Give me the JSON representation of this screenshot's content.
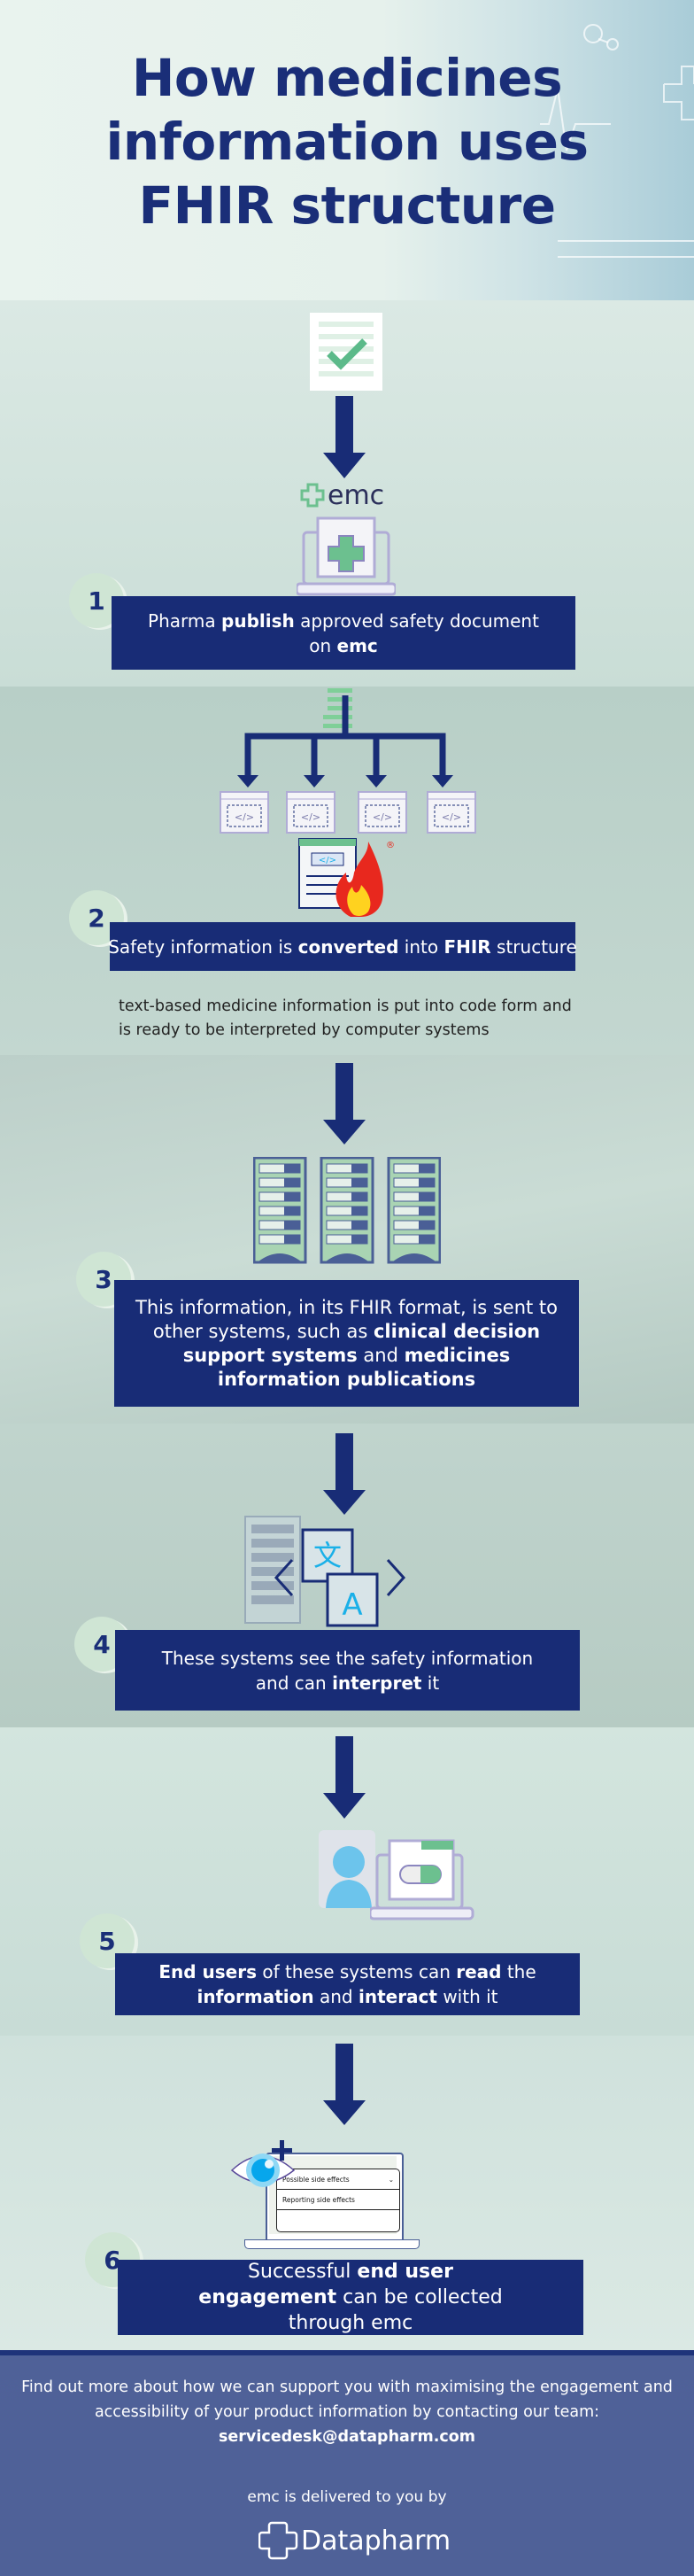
{
  "header": {
    "title_lines": [
      "How medicines",
      "information uses",
      "FHIR structure"
    ]
  },
  "colors": {
    "navy": "#182c76",
    "step_badge": "#cfe5d4",
    "footer": "#4f6198",
    "green": "#6cc08f",
    "sky": "#1ab0e8"
  },
  "steps": [
    {
      "number": "1",
      "segments": [
        {
          "text": "Pharma ",
          "bold": false
        },
        {
          "text": "publish",
          "bold": true
        },
        {
          "text": " approved safety document on ",
          "bold": false
        },
        {
          "text": "emc",
          "bold": true
        }
      ],
      "icons": [
        "approved-document-icon",
        "emc-logo",
        "laptop-medical-folder-icon"
      ],
      "logo_text": "emc"
    },
    {
      "number": "2",
      "segments": [
        {
          "text": "Safety information is ",
          "bold": false
        },
        {
          "text": "converted",
          "bold": true
        },
        {
          "text": " into ",
          "bold": false
        },
        {
          "text": "FHIR",
          "bold": true
        },
        {
          "text": " structure",
          "bold": false
        }
      ],
      "subtext": "text-based medicine information is put into code form and is ready to be interpreted by computer systems",
      "icons": [
        "document-tree-icon",
        "code-window-icon",
        "fhir-flame-icon"
      ]
    },
    {
      "number": "3",
      "segments": [
        {
          "text": "This information, in its FHIR format, is sent to other systems, such as ",
          "bold": false
        },
        {
          "text": "clinical decision support systems",
          "bold": true
        },
        {
          "text": " and ",
          "bold": false
        },
        {
          "text": "medicines information publications",
          "bold": true
        }
      ],
      "icons": [
        "server-rack-icon"
      ]
    },
    {
      "number": "4",
      "segments": [
        {
          "text": "These systems see the safety information and can ",
          "bold": false
        },
        {
          "text": "interpret",
          "bold": true
        },
        {
          "text": " it",
          "bold": false
        }
      ],
      "icons": [
        "server-rack-icon",
        "translate-icon"
      ]
    },
    {
      "number": "5",
      "segments": [
        {
          "text": "End users",
          "bold": true
        },
        {
          "text": " of these systems can ",
          "bold": false
        },
        {
          "text": "read",
          "bold": true
        },
        {
          "text": " the ",
          "bold": false
        },
        {
          "text": "information",
          "bold": true
        },
        {
          "text": " and ",
          "bold": false
        },
        {
          "text": "interact",
          "bold": true
        },
        {
          "text": " with it",
          "bold": false
        }
      ],
      "icons": [
        "user-avatar-icon",
        "laptop-pill-icon"
      ]
    },
    {
      "number": "6",
      "segments": [
        {
          "text": "Successful ",
          "bold": false
        },
        {
          "text": "end user engagement",
          "bold": true
        },
        {
          "text": " can be collected through emc",
          "bold": false
        }
      ],
      "icons": [
        "eye-plus-icon",
        "laptop-accordion-icon"
      ],
      "laptop_items": [
        "Possible side effects",
        "Reporting side effects"
      ]
    }
  ],
  "footer": {
    "text": "Find out more about how we can support you with maximising the engagement and accessibility of your product information by contacting our team:",
    "email": "servicedesk@datapharm.com",
    "delivered_by": "emc is delivered to you by",
    "logo_text": "Datapharm"
  }
}
